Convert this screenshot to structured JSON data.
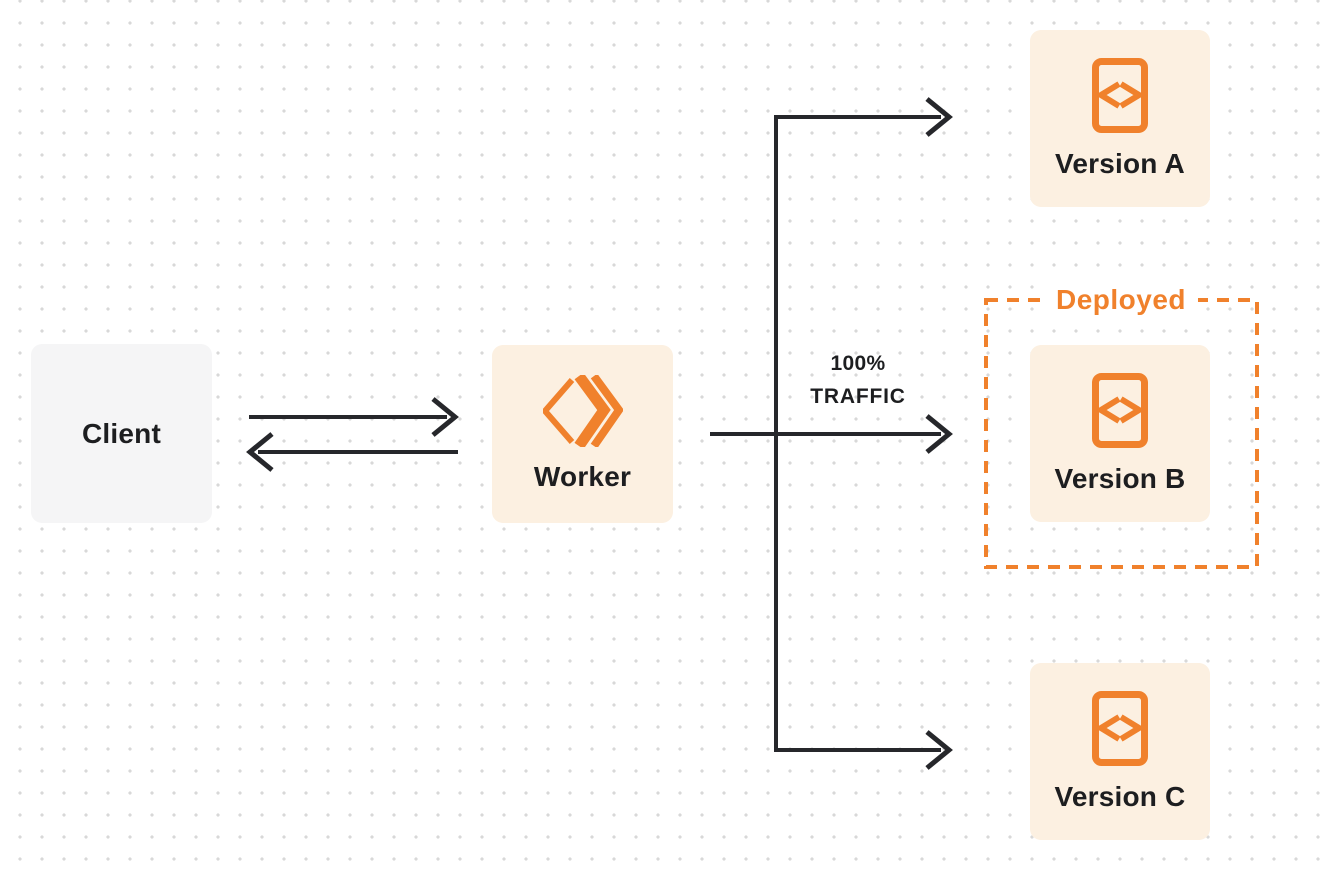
{
  "colors": {
    "accent_orange": "#f0812c",
    "box_cream": "#fcf0e1",
    "box_gray": "#f5f5f6",
    "arrow_dark": "#26272b",
    "text_dark": "#1d1e20",
    "dot_grid": "#d8d8d8"
  },
  "nodes": {
    "client": {
      "label": "Client"
    },
    "worker": {
      "label": "Worker",
      "icon": "workers-logo-icon"
    },
    "version_a": {
      "label": "Version A",
      "icon": "code-file-icon"
    },
    "version_b": {
      "label": "Version B",
      "icon": "code-file-icon"
    },
    "version_c": {
      "label": "Version C",
      "icon": "code-file-icon"
    }
  },
  "annotations": {
    "deployed": {
      "label": "Deployed"
    },
    "traffic": {
      "line1": "100%",
      "line2": "TRAFFIC"
    }
  },
  "connectors": [
    {
      "name": "client-to-worker-arrow",
      "from": "client",
      "to": "worker"
    },
    {
      "name": "worker-to-client-arrow",
      "from": "worker",
      "to": "client"
    },
    {
      "name": "worker-to-version-b-arrow",
      "from": "worker",
      "to": "version_b",
      "label": "100% TRAFFIC"
    },
    {
      "name": "branch-to-version-a-arrow",
      "from": "worker",
      "to": "version_a"
    },
    {
      "name": "branch-to-version-c-arrow",
      "from": "worker",
      "to": "version_c"
    },
    {
      "name": "deployed-boundary",
      "around": "version_b",
      "label": "Deployed"
    }
  ]
}
